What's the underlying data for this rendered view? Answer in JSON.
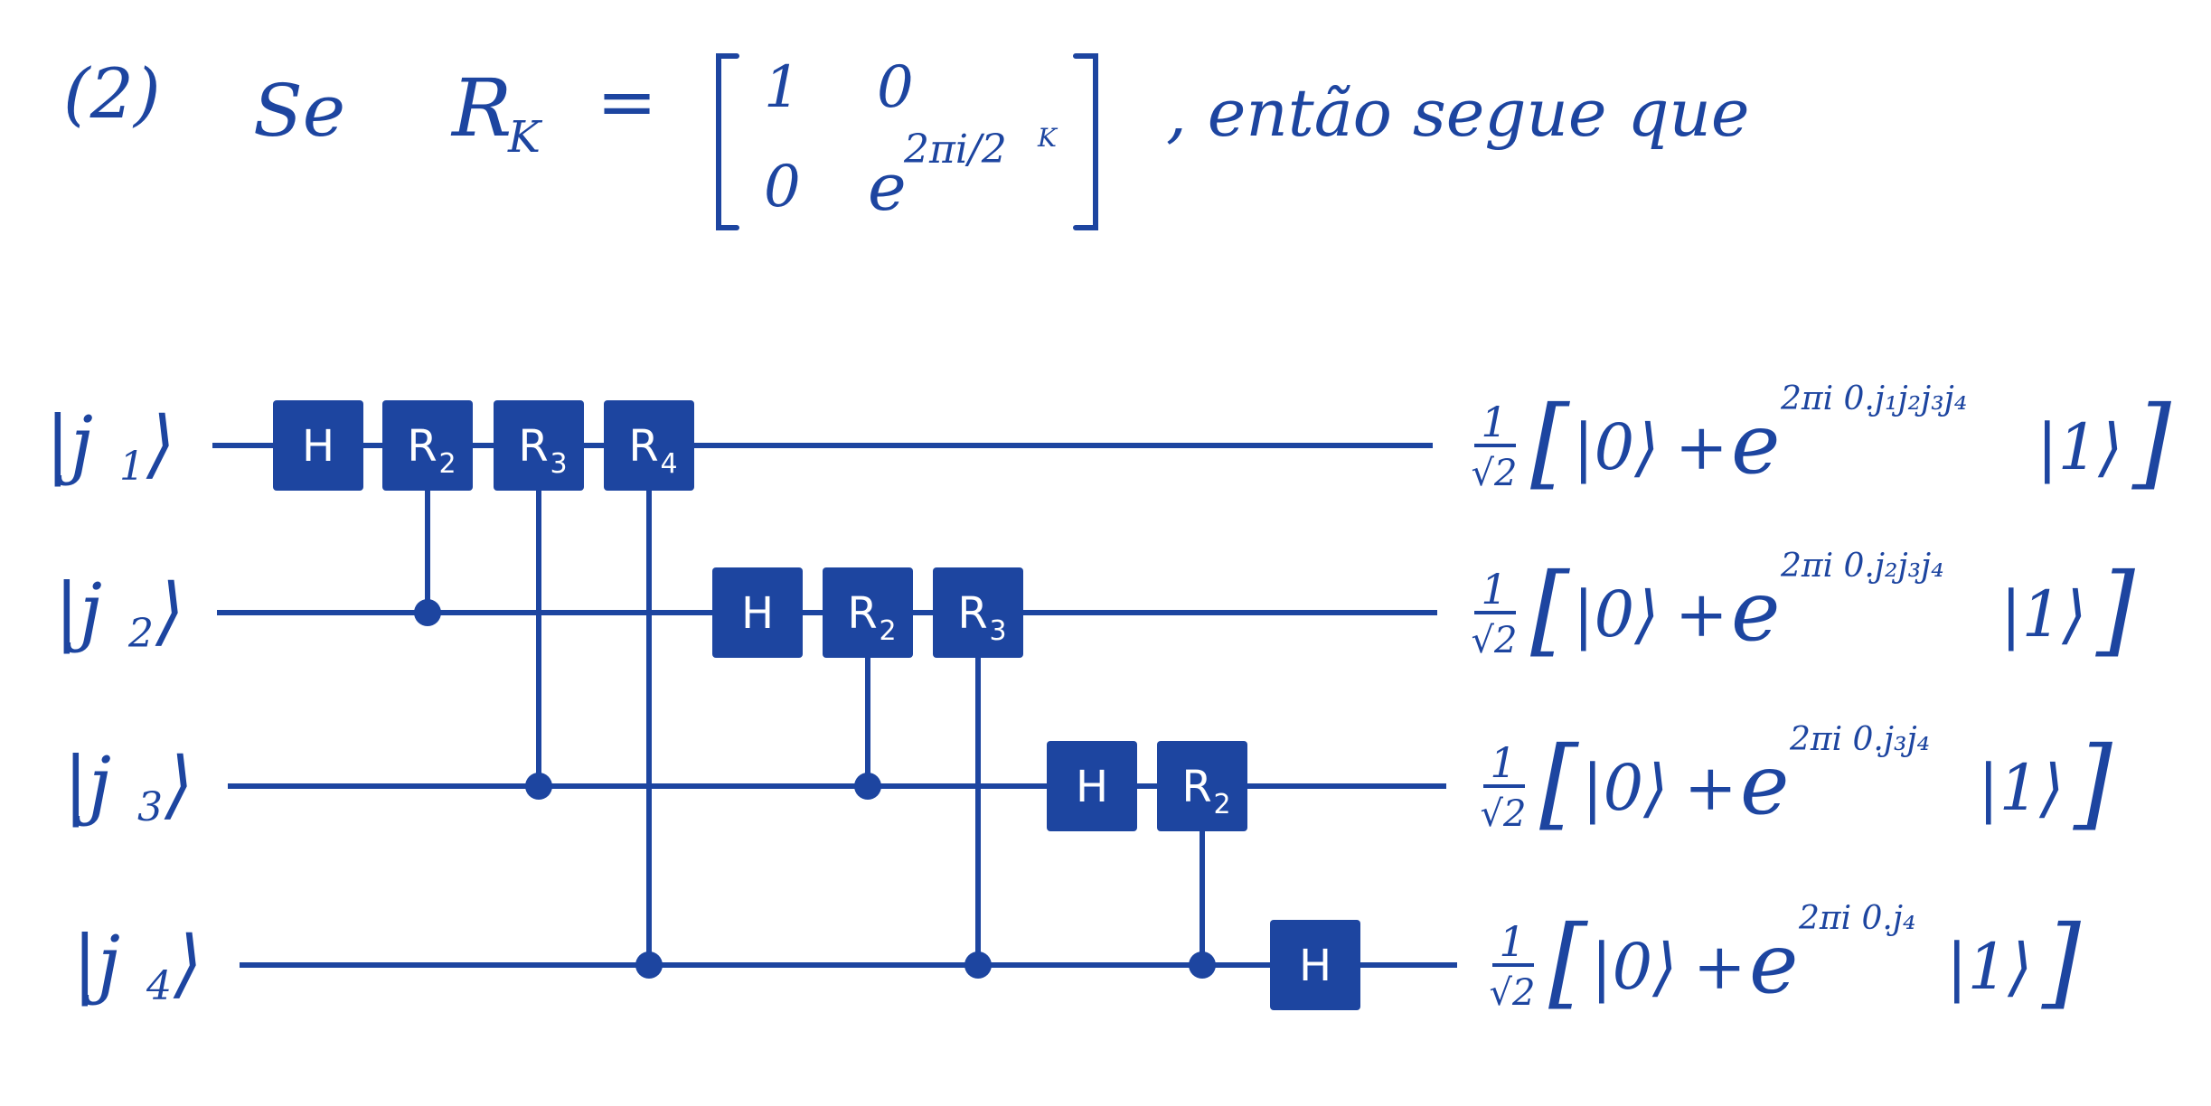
{
  "color": "#1d45a0",
  "header": {
    "number": "(2)",
    "se": "Se",
    "rk": "R",
    "rk_sub": "K",
    "equals": "=",
    "matrix": {
      "a": "1",
      "b": "0",
      "c": "0",
      "d_base": "e",
      "d_exp": "2πi/2",
      "d_exp_sup": "K"
    },
    "tail": ", então segue que"
  },
  "circuit": {
    "inputs": [
      {
        "ket": "|j",
        "index": "1",
        "close": "⟩"
      },
      {
        "ket": "|j",
        "index": "2",
        "close": "⟩"
      },
      {
        "ket": "|j",
        "index": "3",
        "close": "⟩"
      },
      {
        "ket": "|j",
        "index": "4",
        "close": "⟩"
      }
    ],
    "gates": [
      {
        "label": "H",
        "sub": "",
        "wire": 0,
        "col": 0,
        "control": null
      },
      {
        "label": "R",
        "sub": "2",
        "wire": 0,
        "col": 1,
        "control": 1
      },
      {
        "label": "R",
        "sub": "3",
        "wire": 0,
        "col": 2,
        "control": 2
      },
      {
        "label": "R",
        "sub": "4",
        "wire": 0,
        "col": 3,
        "control": 3
      },
      {
        "label": "H",
        "sub": "",
        "wire": 1,
        "col": 4,
        "control": null
      },
      {
        "label": "R",
        "sub": "2",
        "wire": 1,
        "col": 5,
        "control": 2
      },
      {
        "label": "R",
        "sub": "3",
        "wire": 1,
        "col": 6,
        "control": 3
      },
      {
        "label": "H",
        "sub": "",
        "wire": 2,
        "col": 7,
        "control": null
      },
      {
        "label": "R",
        "sub": "2",
        "wire": 2,
        "col": 8,
        "control": 3
      },
      {
        "label": "H",
        "sub": "",
        "wire": 3,
        "col": 9,
        "control": null
      }
    ],
    "outputs": [
      {
        "frac_num": "1",
        "frac_den": "√2",
        "open": "[",
        "ket0": "|0⟩",
        "plus": "+",
        "e": "e",
        "exp": "2πi 0.j₁j₂j₃j₄",
        "ket1": "|1⟩",
        "close": "]"
      },
      {
        "frac_num": "1",
        "frac_den": "√2",
        "open": "[",
        "ket0": "|0⟩",
        "plus": "+",
        "e": "e",
        "exp": "2πi 0.j₂j₃j₄",
        "ket1": "|1⟩",
        "close": "]"
      },
      {
        "frac_num": "1",
        "frac_den": "√2",
        "open": "[",
        "ket0": "|0⟩",
        "plus": "+",
        "e": "e",
        "exp": "2πi 0.j₃j₄",
        "ket1": "|1⟩",
        "close": "]"
      },
      {
        "frac_num": "1",
        "frac_den": "√2",
        "open": "[",
        "ket0": "|0⟩",
        "plus": "+",
        "e": "e",
        "exp": "2πi 0.j₄",
        "ket1": "|1⟩",
        "close": "]"
      }
    ]
  }
}
